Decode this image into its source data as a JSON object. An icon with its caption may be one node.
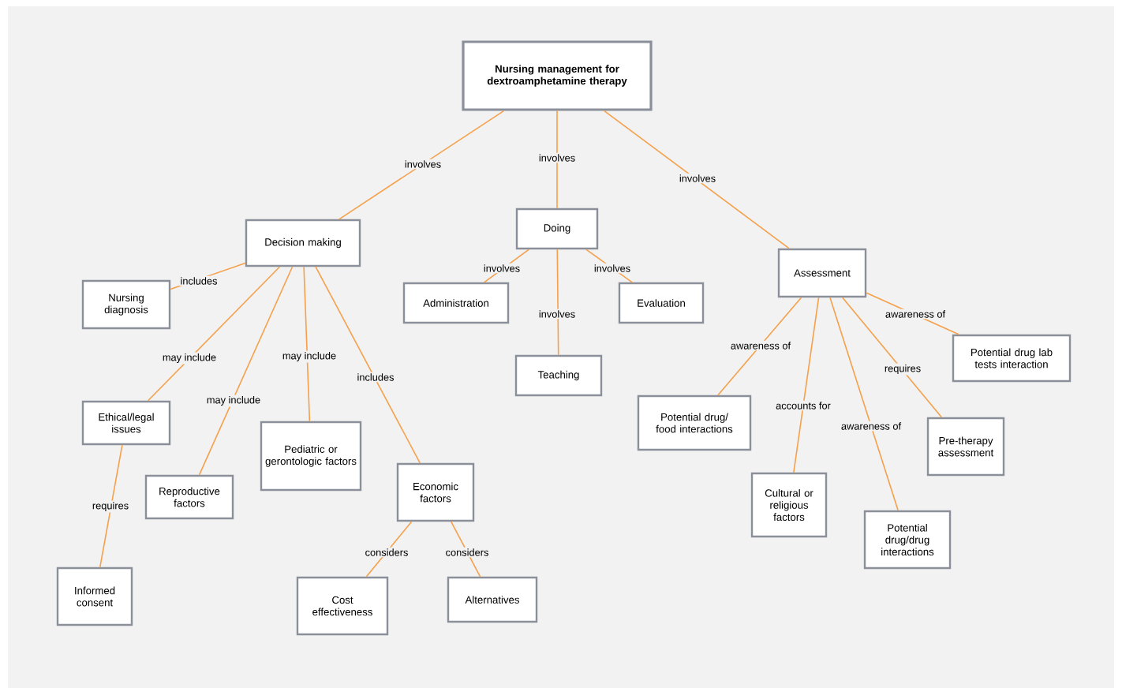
{
  "diagram": {
    "nodes": [
      {
        "text": [
          "Nursing management for dextroamphetamine therapy"
        ]
      },
      {
        "text": [
          "Decision making"
        ]
      },
      {
        "text": [
          "Nursing diagnosis"
        ]
      },
      {
        "text": [
          "Ethical/legal issues"
        ]
      },
      {
        "text": [
          "Informed consent"
        ]
      },
      {
        "text": [
          "Reproductive factors"
        ]
      },
      {
        "text": [
          "Pediatric or gerontologic factors"
        ]
      },
      {
        "text": [
          "Economic factors"
        ]
      },
      {
        "text": [
          "Cost effectiveness"
        ]
      },
      {
        "text": [
          "Alternatives"
        ]
      },
      {
        "text": [
          "Doing"
        ]
      },
      {
        "text": [
          "Administration"
        ]
      },
      {
        "text": [
          "Evaluation"
        ]
      },
      {
        "text": [
          "Teaching"
        ]
      },
      {
        "text": [
          "Assessment"
        ]
      },
      {
        "text": [
          "Potential drug/ food interactions"
        ]
      },
      {
        "text": [
          "Cultural or religious factors"
        ]
      },
      {
        "text": [
          "Potential drug/drug interactions"
        ]
      },
      {
        "text": [
          "Pre-therapy assessment"
        ]
      },
      {
        "text": [
          "Potential drug lab tests interaction"
        ]
      }
    ],
    "edges": [
      {
        "from": 0,
        "to": 1,
        "arrow": "none",
        "label": "involves"
      },
      {
        "from": 0,
        "to": 10,
        "arrow": "none",
        "label": "involves"
      },
      {
        "from": 0,
        "to": 14,
        "arrow": "none",
        "label": "involves"
      },
      {
        "from": 1,
        "to": 2,
        "arrow": "none",
        "label": "includes"
      },
      {
        "from": 1,
        "to": 3,
        "arrow": "none",
        "label": "may include"
      },
      {
        "from": 1,
        "to": 5,
        "arrow": "none",
        "label": "may include"
      },
      {
        "from": 1,
        "to": 6,
        "arrow": "none",
        "label": "may include"
      },
      {
        "from": 1,
        "to": 7,
        "arrow": "none",
        "label": "includes"
      },
      {
        "from": 3,
        "to": 4,
        "arrow": "none",
        "label": "requires"
      },
      {
        "from": 7,
        "to": 8,
        "arrow": "none",
        "label": "considers"
      },
      {
        "from": 7,
        "to": 9,
        "arrow": "none",
        "label": "considers"
      },
      {
        "from": 10,
        "to": 11,
        "arrow": "none",
        "label": "involves"
      },
      {
        "from": 10,
        "to": 12,
        "arrow": "none",
        "label": "involves"
      },
      {
        "from": 10,
        "to": 13,
        "arrow": "none",
        "label": "involves"
      },
      {
        "from": 14,
        "to": 15,
        "arrow": "none",
        "label": "awareness of"
      },
      {
        "from": 14,
        "to": 16,
        "arrow": "none",
        "label": "accounts for"
      },
      {
        "from": 14,
        "to": 17,
        "arrow": "none",
        "label": "awareness of"
      },
      {
        "from": 14,
        "to": 18,
        "arrow": "none",
        "label": "requires"
      },
      {
        "from": 14,
        "to": 19,
        "arrow": "none",
        "label": "awareness of"
      }
    ]
  }
}
